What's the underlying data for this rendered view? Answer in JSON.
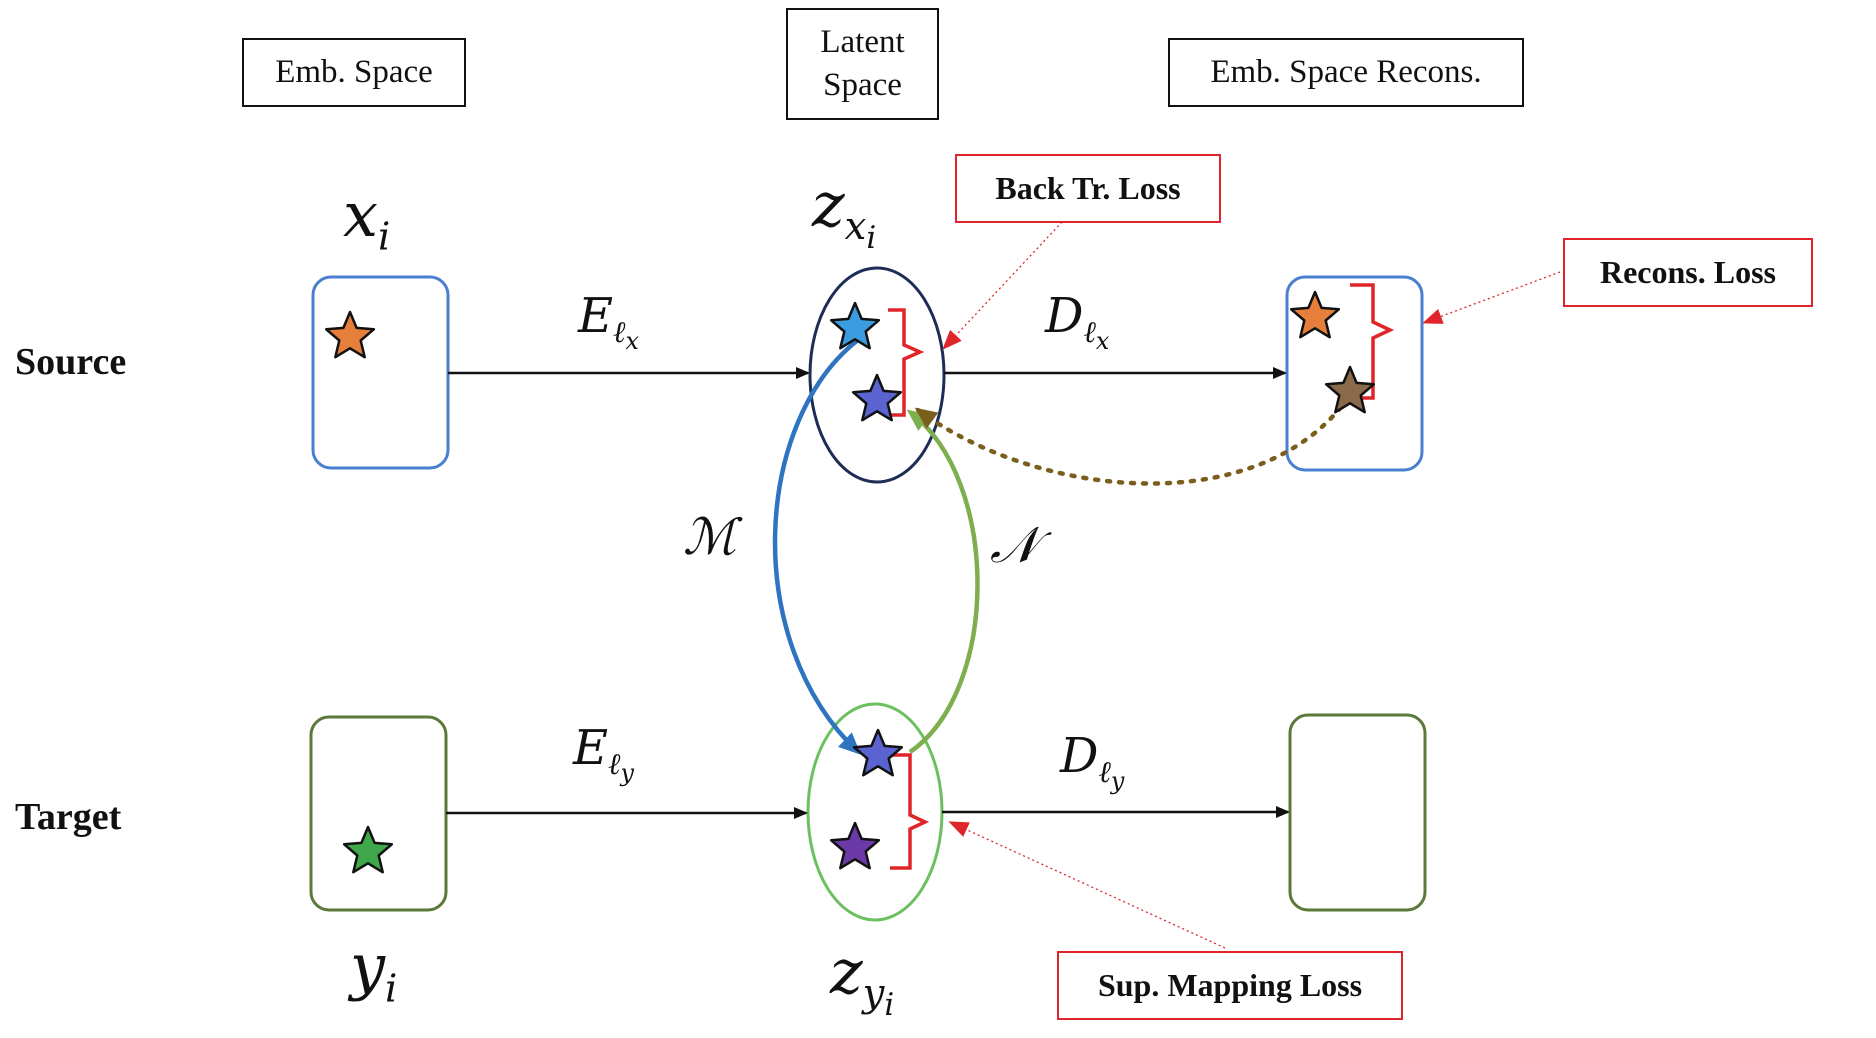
{
  "headers": {
    "emb_space": "Emb. Space",
    "latent_space_line1": "Latent",
    "latent_space_line2": "Space",
    "emb_space_recons": "Emb. Space Recons."
  },
  "row_labels": {
    "source": "Source",
    "target": "Target"
  },
  "losses": {
    "back_tr": "Back Tr. Loss",
    "recons": "Recons. Loss",
    "sup_mapping": "Sup. Mapping Loss"
  },
  "math": {
    "x_i": {
      "base": "x",
      "sub": "i"
    },
    "y_i": {
      "base": "y",
      "sub": "i"
    },
    "z_xi": {
      "base": "z",
      "sub": "x",
      "subsub": "i"
    },
    "z_yi": {
      "base": "z",
      "sub": "y",
      "subsub": "i"
    },
    "E_lx": {
      "base": "E",
      "sub": "ℓ",
      "subsub": "x"
    },
    "D_lx": {
      "base": "D",
      "sub": "ℓ",
      "subsub": "x"
    },
    "E_ly": {
      "base": "E",
      "sub": "ℓ",
      "subsub": "y"
    },
    "D_ly": {
      "base": "D",
      "sub": "ℓ",
      "subsub": "y"
    },
    "M": "ℳ",
    "N": "𝒩"
  },
  "colors": {
    "source_box": "#4a7fd0",
    "target_box": "#5b7a3a",
    "latent_source_ellipse": "#1d2d55",
    "latent_target_ellipse": "#6cc060",
    "loss_red": "#e0252a",
    "arrow_M": "#2e74c0",
    "arrow_N": "#7eae4e",
    "dotted_arrow": "#7a5f1c",
    "star_orange": "#e67e3c",
    "star_blue": "#3b9de0",
    "star_purple_blue": "#5a63d0",
    "star_green": "#3fa84a",
    "star_purple": "#6c3aa8",
    "star_mixed": "#8a6a4a"
  }
}
